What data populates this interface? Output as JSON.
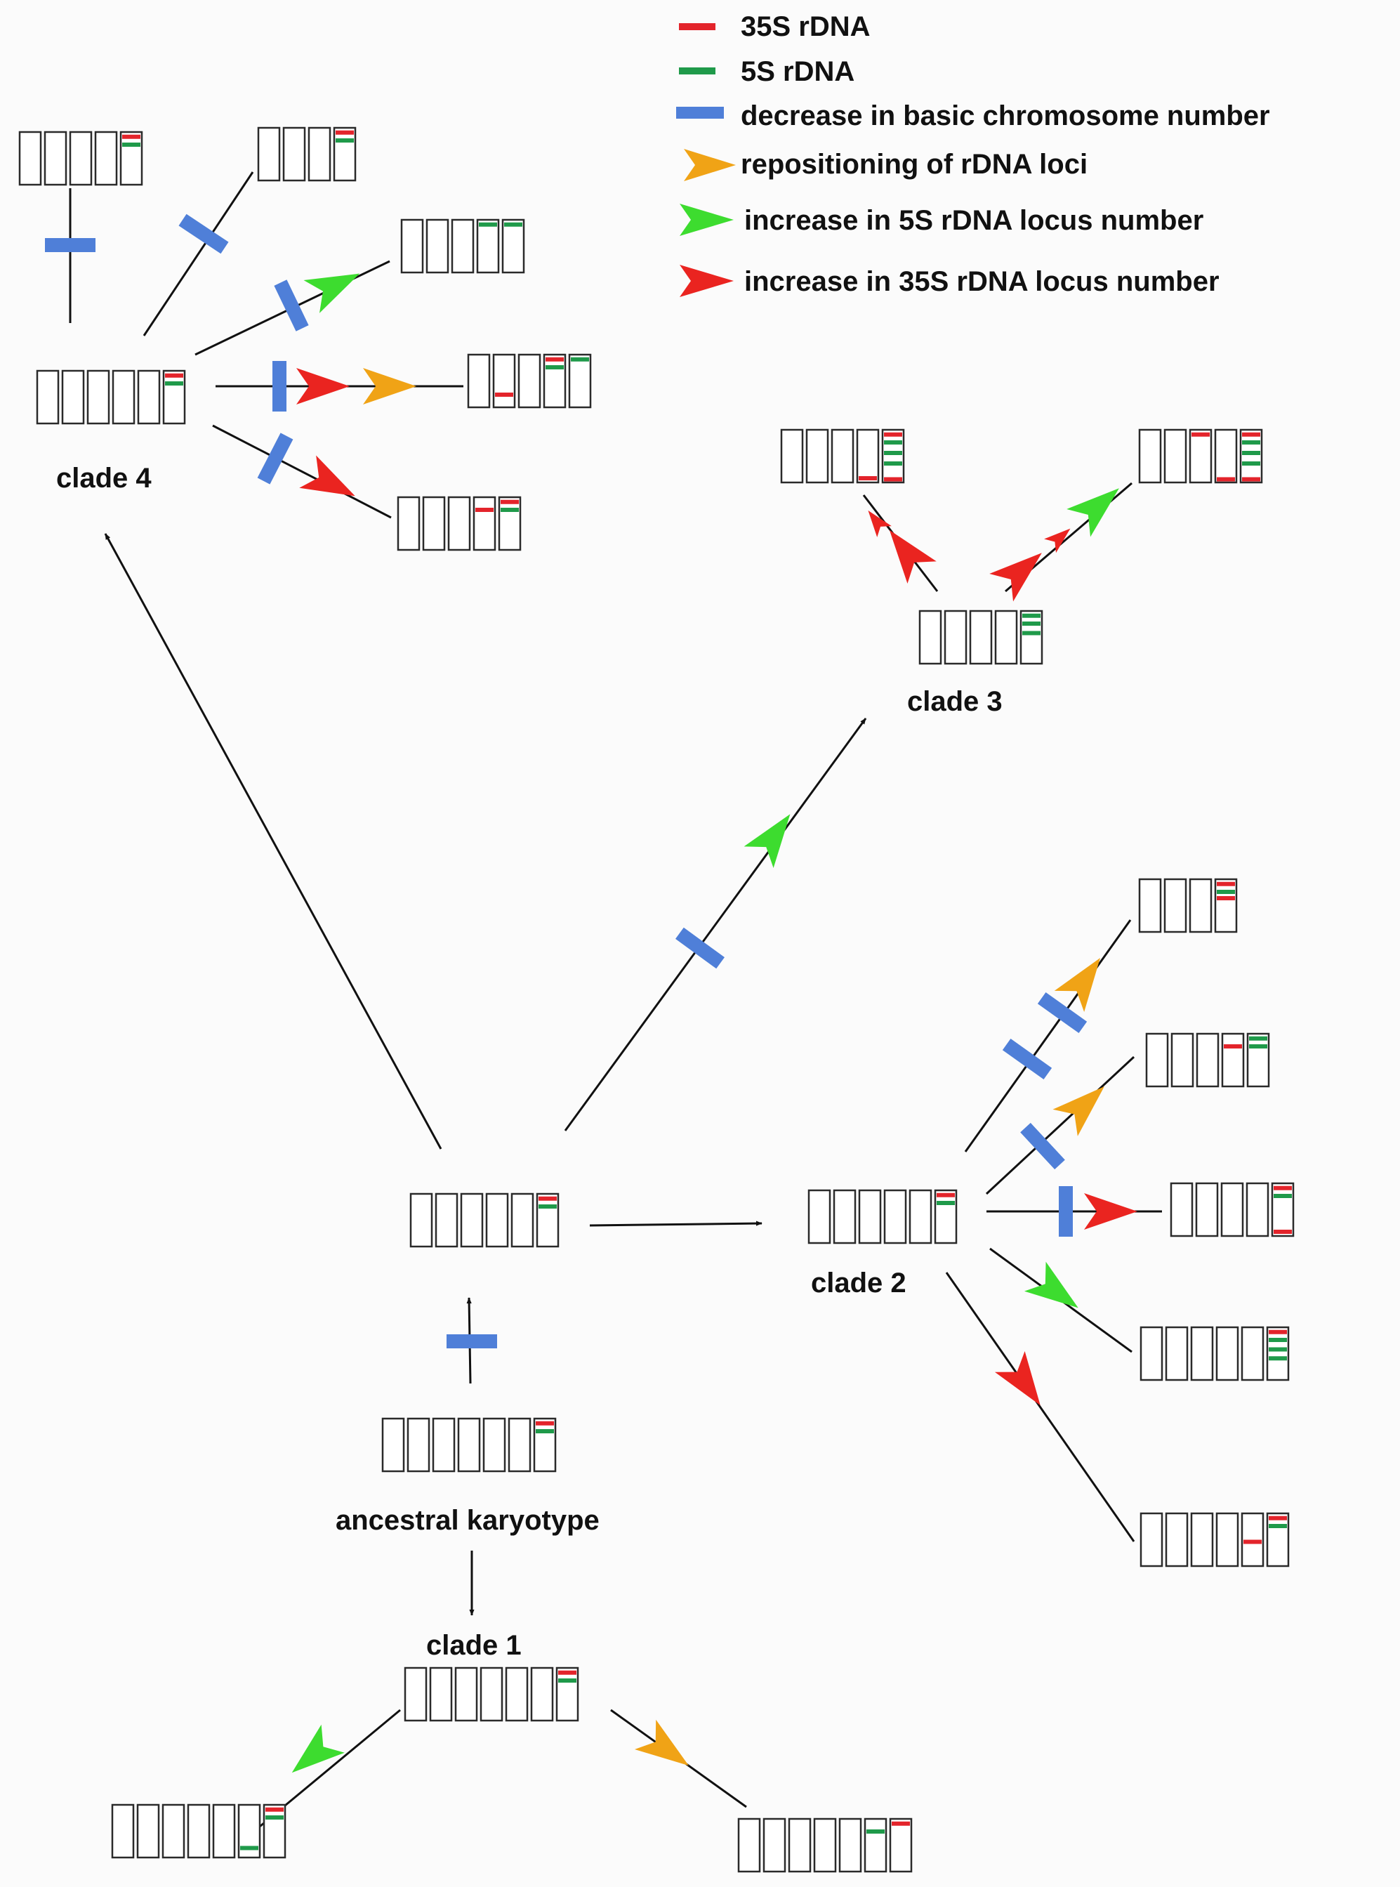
{
  "legend": [
    {
      "id": "35s",
      "label": "35S rDNA",
      "kind": "bar",
      "color": "#e3242b"
    },
    {
      "id": "5s",
      "label": "5S rDNA",
      "kind": "bar",
      "color": "#1f9a4a"
    },
    {
      "id": "decrease",
      "label": "decrease in basic chromosome number",
      "kind": "tick",
      "color": "#4f7fd8"
    },
    {
      "id": "reposition",
      "label": "repositioning of rDNA loci",
      "kind": "arrow",
      "color": "#f0a316"
    },
    {
      "id": "inc5s",
      "label": "increase in 5S rDNA locus number",
      "kind": "arrow",
      "color": "#3ddc2f"
    },
    {
      "id": "inc35s",
      "label": "increase in 35S rDNA locus number",
      "kind": "arrow",
      "color": "#ea2420"
    }
  ],
  "labels": {
    "clade1": "clade 1",
    "clade2": "clade 2",
    "clade3": "clade 3",
    "clade4": "clade 4",
    "ancestral": "ancestral karyotype"
  },
  "colors": {
    "line": "#111111",
    "35s": "#e3242b",
    "5s": "#1f9a4a",
    "decrease": "#4f7fd8",
    "reposition": "#f0a316",
    "inc5s": "#3ddc2f",
    "inc35s": "#ea2420"
  },
  "karyotypes": [
    {
      "id": "ancestral",
      "chromosomes": 7,
      "marks": [
        [
          6,
          "35s",
          0.05
        ],
        [
          6,
          "5s",
          0.2
        ]
      ]
    },
    {
      "id": "central",
      "chromosomes": 6,
      "marks": [
        [
          5,
          "35s",
          0.05
        ],
        [
          5,
          "5s",
          0.2
        ]
      ]
    },
    {
      "id": "clade1-root",
      "chromosomes": 7,
      "marks": [
        [
          6,
          "35s",
          0.05
        ],
        [
          6,
          "5s",
          0.2
        ]
      ]
    },
    {
      "id": "clade1-left",
      "chromosomes": 7,
      "marks": [
        [
          6,
          "35s",
          0.05
        ],
        [
          6,
          "5s",
          0.2
        ],
        [
          5,
          "5s",
          0.78
        ]
      ]
    },
    {
      "id": "clade1-right",
      "chromosomes": 7,
      "marks": [
        [
          6,
          "35s",
          0.05
        ],
        [
          5,
          "5s",
          0.2
        ]
      ]
    },
    {
      "id": "clade2-root",
      "chromosomes": 6,
      "marks": [
        [
          5,
          "35s",
          0.05
        ],
        [
          5,
          "5s",
          0.2
        ]
      ]
    },
    {
      "id": "clade2-a",
      "chromosomes": 4,
      "marks": [
        [
          3,
          "35s",
          0.05
        ],
        [
          3,
          "5s",
          0.2
        ],
        [
          3,
          "35s",
          0.32
        ]
      ]
    },
    {
      "id": "clade2-b",
      "chromosomes": 5,
      "marks": [
        [
          3,
          "35s",
          0.2
        ],
        [
          4,
          "5s",
          0.05
        ],
        [
          4,
          "5s",
          0.2
        ]
      ]
    },
    {
      "id": "clade2-c",
      "chromosomes": 5,
      "marks": [
        [
          4,
          "35s",
          0.05
        ],
        [
          4,
          "5s",
          0.2
        ],
        [
          4,
          "35s",
          0.88
        ]
      ]
    },
    {
      "id": "clade2-d",
      "chromosomes": 6,
      "marks": [
        [
          5,
          "35s",
          0.05
        ],
        [
          5,
          "5s",
          0.2
        ],
        [
          5,
          "5s",
          0.38
        ],
        [
          5,
          "5s",
          0.55
        ]
      ]
    },
    {
      "id": "clade2-e",
      "chromosomes": 6,
      "marks": [
        [
          5,
          "35s",
          0.05
        ],
        [
          5,
          "5s",
          0.2
        ],
        [
          4,
          "35s",
          0.5
        ]
      ]
    },
    {
      "id": "clade3-root",
      "chromosomes": 5,
      "marks": [
        [
          4,
          "5s",
          0.05
        ],
        [
          4,
          "5s",
          0.2
        ],
        [
          4,
          "5s",
          0.38
        ]
      ]
    },
    {
      "id": "clade3-left",
      "chromosomes": 5,
      "marks": [
        [
          3,
          "35s",
          0.88
        ],
        [
          4,
          "35s",
          0.05
        ],
        [
          4,
          "5s",
          0.2
        ],
        [
          4,
          "5s",
          0.4
        ],
        [
          4,
          "5s",
          0.6
        ],
        [
          4,
          "35s",
          0.9
        ]
      ]
    },
    {
      "id": "clade3-right",
      "chromosomes": 5,
      "marks": [
        [
          2,
          "35s",
          0.05
        ],
        [
          3,
          "35s",
          0.9
        ],
        [
          4,
          "35s",
          0.05
        ],
        [
          4,
          "5s",
          0.2
        ],
        [
          4,
          "5s",
          0.4
        ],
        [
          4,
          "5s",
          0.6
        ],
        [
          4,
          "35s",
          0.9
        ]
      ]
    },
    {
      "id": "clade4-root",
      "chromosomes": 6,
      "marks": [
        [
          5,
          "35s",
          0.05
        ],
        [
          5,
          "5s",
          0.2
        ]
      ]
    },
    {
      "id": "clade4-a",
      "chromosomes": 5,
      "marks": [
        [
          4,
          "35s",
          0.05
        ],
        [
          4,
          "5s",
          0.2
        ]
      ]
    },
    {
      "id": "clade4-b",
      "chromosomes": 4,
      "marks": [
        [
          3,
          "35s",
          0.05
        ],
        [
          3,
          "5s",
          0.2
        ]
      ]
    },
    {
      "id": "clade4-c",
      "chromosomes": 5,
      "marks": [
        [
          3,
          "5s",
          0.05
        ],
        [
          4,
          "5s",
          0.05
        ]
      ]
    },
    {
      "id": "clade4-d",
      "chromosomes": 5,
      "marks": [
        [
          1,
          "35s",
          0.72
        ],
        [
          3,
          "35s",
          0.05
        ],
        [
          3,
          "5s",
          0.2
        ],
        [
          4,
          "5s",
          0.05
        ]
      ]
    },
    {
      "id": "clade4-e",
      "chromosomes": 5,
      "marks": [
        [
          3,
          "35s",
          0.2
        ],
        [
          4,
          "35s",
          0.05
        ],
        [
          4,
          "5s",
          0.2
        ]
      ]
    }
  ]
}
